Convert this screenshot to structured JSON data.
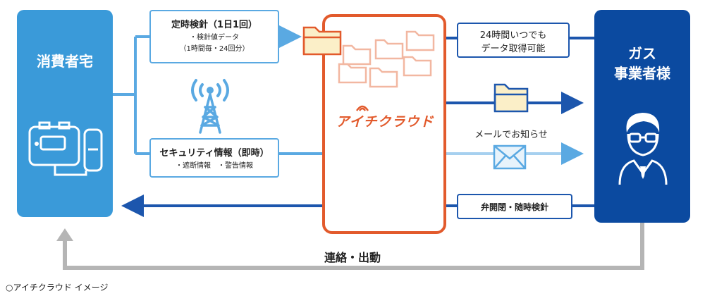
{
  "consumer": {
    "label": "消費者宅"
  },
  "gas": {
    "label_line1": "ガス",
    "label_line2": "事業者様"
  },
  "periodic": {
    "title": "定時検針（1日1回）",
    "line1": "・検針値データ",
    "line2": "（1時間毎・24回分）"
  },
  "security": {
    "title": "セキュリティ情報（即時）",
    "line1": "・遮断情報　・警告情報"
  },
  "anytime": {
    "line1": "24時間いつでも",
    "line2": "データ取得可能"
  },
  "mail": {
    "label": "メールでお知らせ"
  },
  "valve": {
    "label": "弁開閉・随時検針"
  },
  "cloud": {
    "brand": "アイチクラウド"
  },
  "contact": {
    "label": "連絡・出動"
  },
  "footer": {
    "caption": "○アイチクラウド イメージ"
  },
  "colors": {
    "light_blue": "#5aa9e2",
    "dark_blue": "#0b4aa0",
    "orange": "#e25a2c",
    "gray": "#b5b5b5",
    "folder": "#fbefc8"
  }
}
